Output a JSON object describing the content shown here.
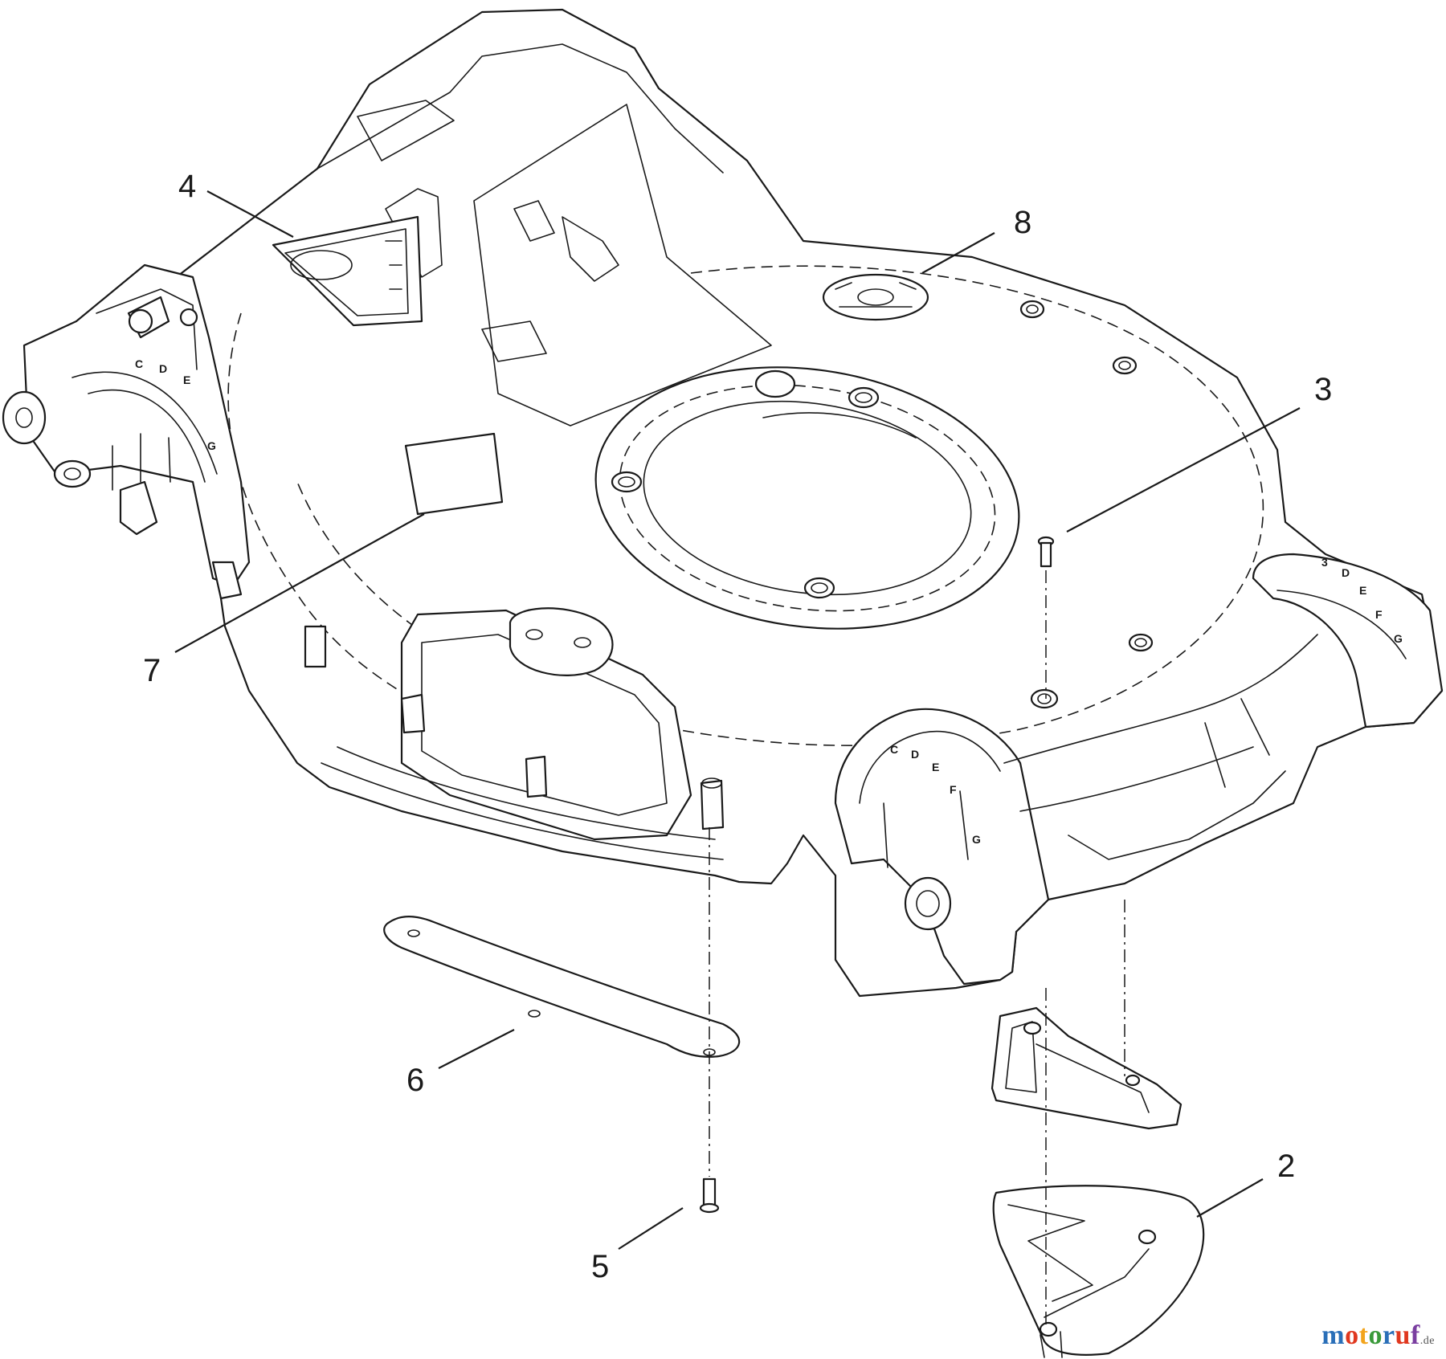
{
  "diagram": {
    "callouts": [
      {
        "id": "4",
        "label": "4"
      },
      {
        "id": "8",
        "label": "8"
      },
      {
        "id": "3",
        "label": "3"
      },
      {
        "id": "7",
        "label": "7"
      },
      {
        "id": "6",
        "label": "6"
      },
      {
        "id": "2",
        "label": "2"
      },
      {
        "id": "5",
        "label": "5"
      }
    ],
    "height_dial_left": [
      "C",
      "D",
      "E",
      "G"
    ],
    "height_dial_front": [
      "C",
      "D",
      "E",
      "F",
      "G"
    ],
    "height_dial_right": [
      "3",
      "D",
      "E",
      "F",
      "G"
    ]
  },
  "watermark": {
    "letters": [
      "m",
      "o",
      "t",
      "o",
      "r",
      "u",
      "f"
    ],
    "colors": [
      "#2a6fb8",
      "#e0381f",
      "#f2a41c",
      "#3a9a3a",
      "#2a6fb8",
      "#e0381f",
      "#7a3ea0"
    ],
    "suffix": ".de"
  }
}
